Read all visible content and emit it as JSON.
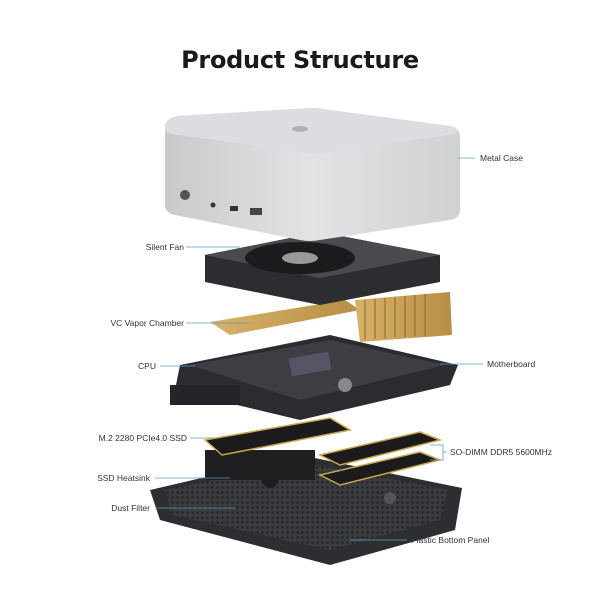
{
  "title": "Product Structure",
  "labels": {
    "metal_case": "Metal Case",
    "silent_fan": "Silent Fan",
    "vapor_chamber": "VC Vapor Chamber",
    "cpu": "CPU",
    "motherboard": "Motherboard",
    "ssd": "M.2 2280 PCIe4.0 SSD",
    "ram": "SO-DIMM DDR5 5600MHz",
    "ssd_heatsink": "SSD Heatsink",
    "dust_filter": "Dust Filter",
    "bottom_panel": "Plastic Bottom Panel"
  }
}
